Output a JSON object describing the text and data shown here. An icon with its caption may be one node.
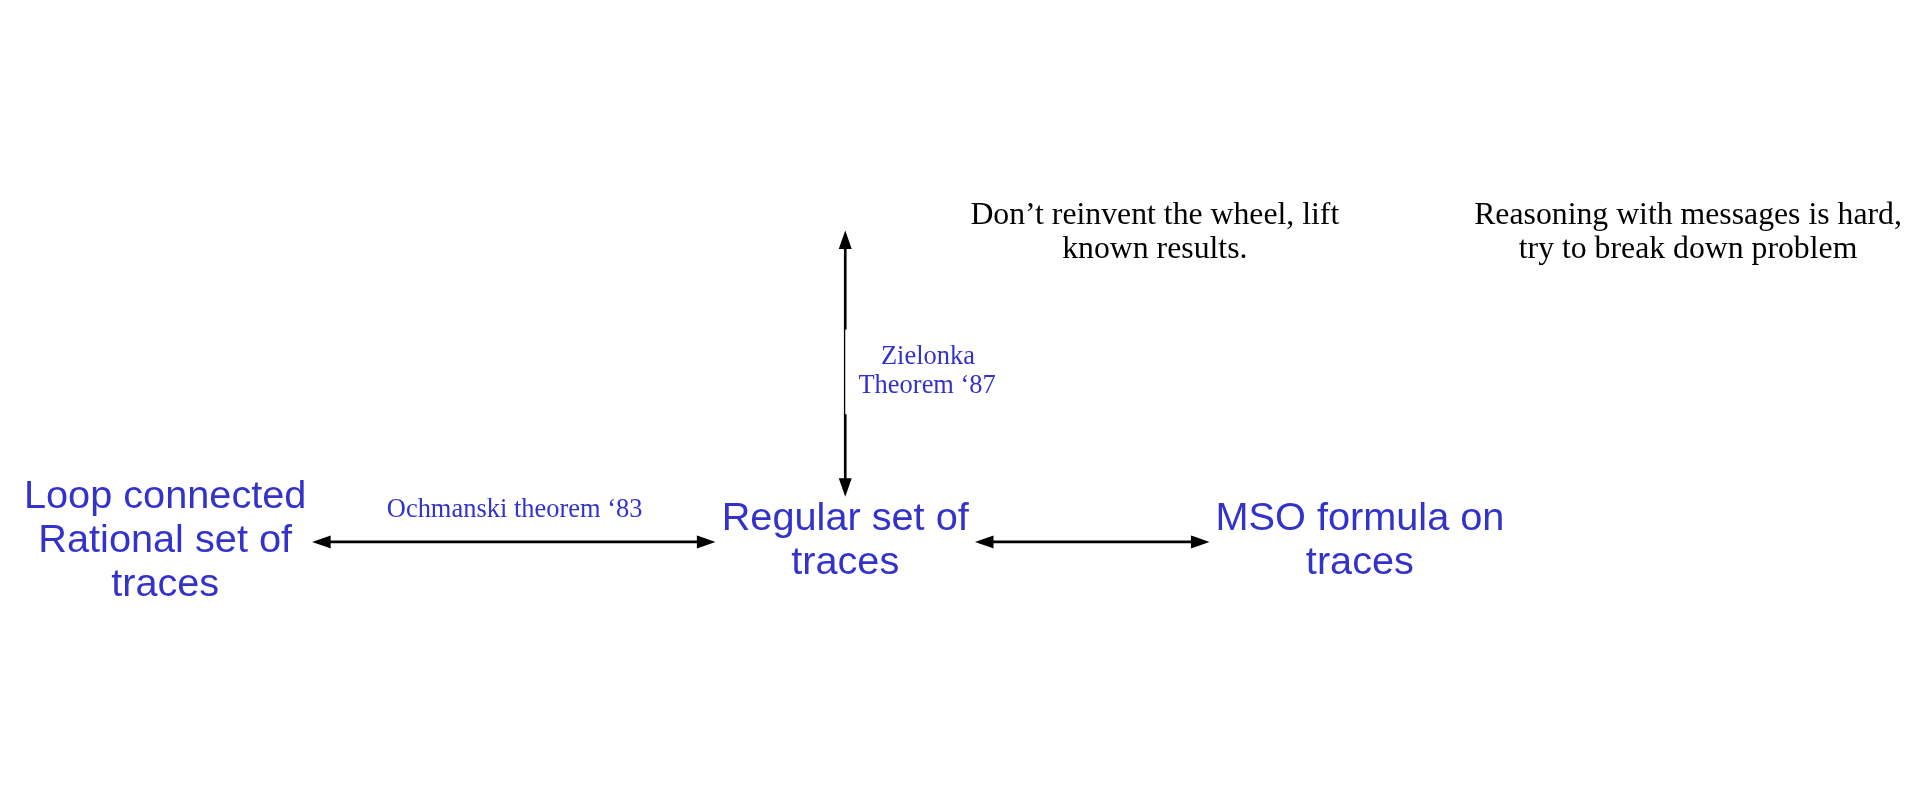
{
  "diagram": {
    "nodes": [
      {
        "text": [
          "Loop connected Rational set of traces"
        ]
      },
      {
        "text": [
          "Regular set of traces"
        ]
      },
      {
        "text": [
          "MSO formula on traces"
        ]
      }
    ],
    "edges": [
      {
        "from": 0,
        "to": 1,
        "arrow": "both",
        "label": "Ochmanski theorem ‘83"
      },
      {
        "from": 1,
        "to": 2,
        "arrow": "both"
      },
      {
        "from": null,
        "to": 1,
        "arrow": "both",
        "label": "Zielonka Theorem ‘87"
      }
    ],
    "labels": [
      "Don’t reinvent the wheel, lift known results.",
      "Reasoning with messages is hard, try to break down problem"
    ]
  }
}
